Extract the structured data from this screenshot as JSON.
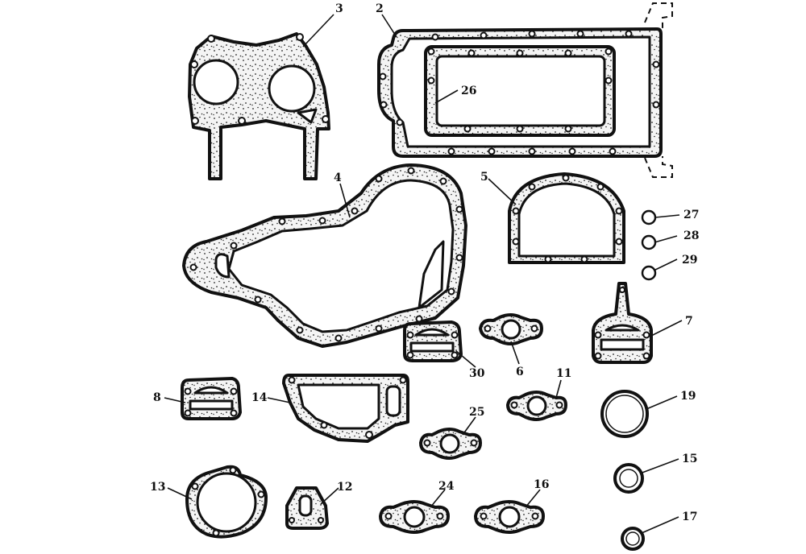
{
  "callouts": [
    "3",
    "2",
    "26",
    "4",
    "5",
    "27",
    "28",
    "29",
    "7",
    "30",
    "6",
    "8",
    "14",
    "11",
    "19",
    "25",
    "15",
    "13",
    "12",
    "24",
    "16",
    "17"
  ]
}
